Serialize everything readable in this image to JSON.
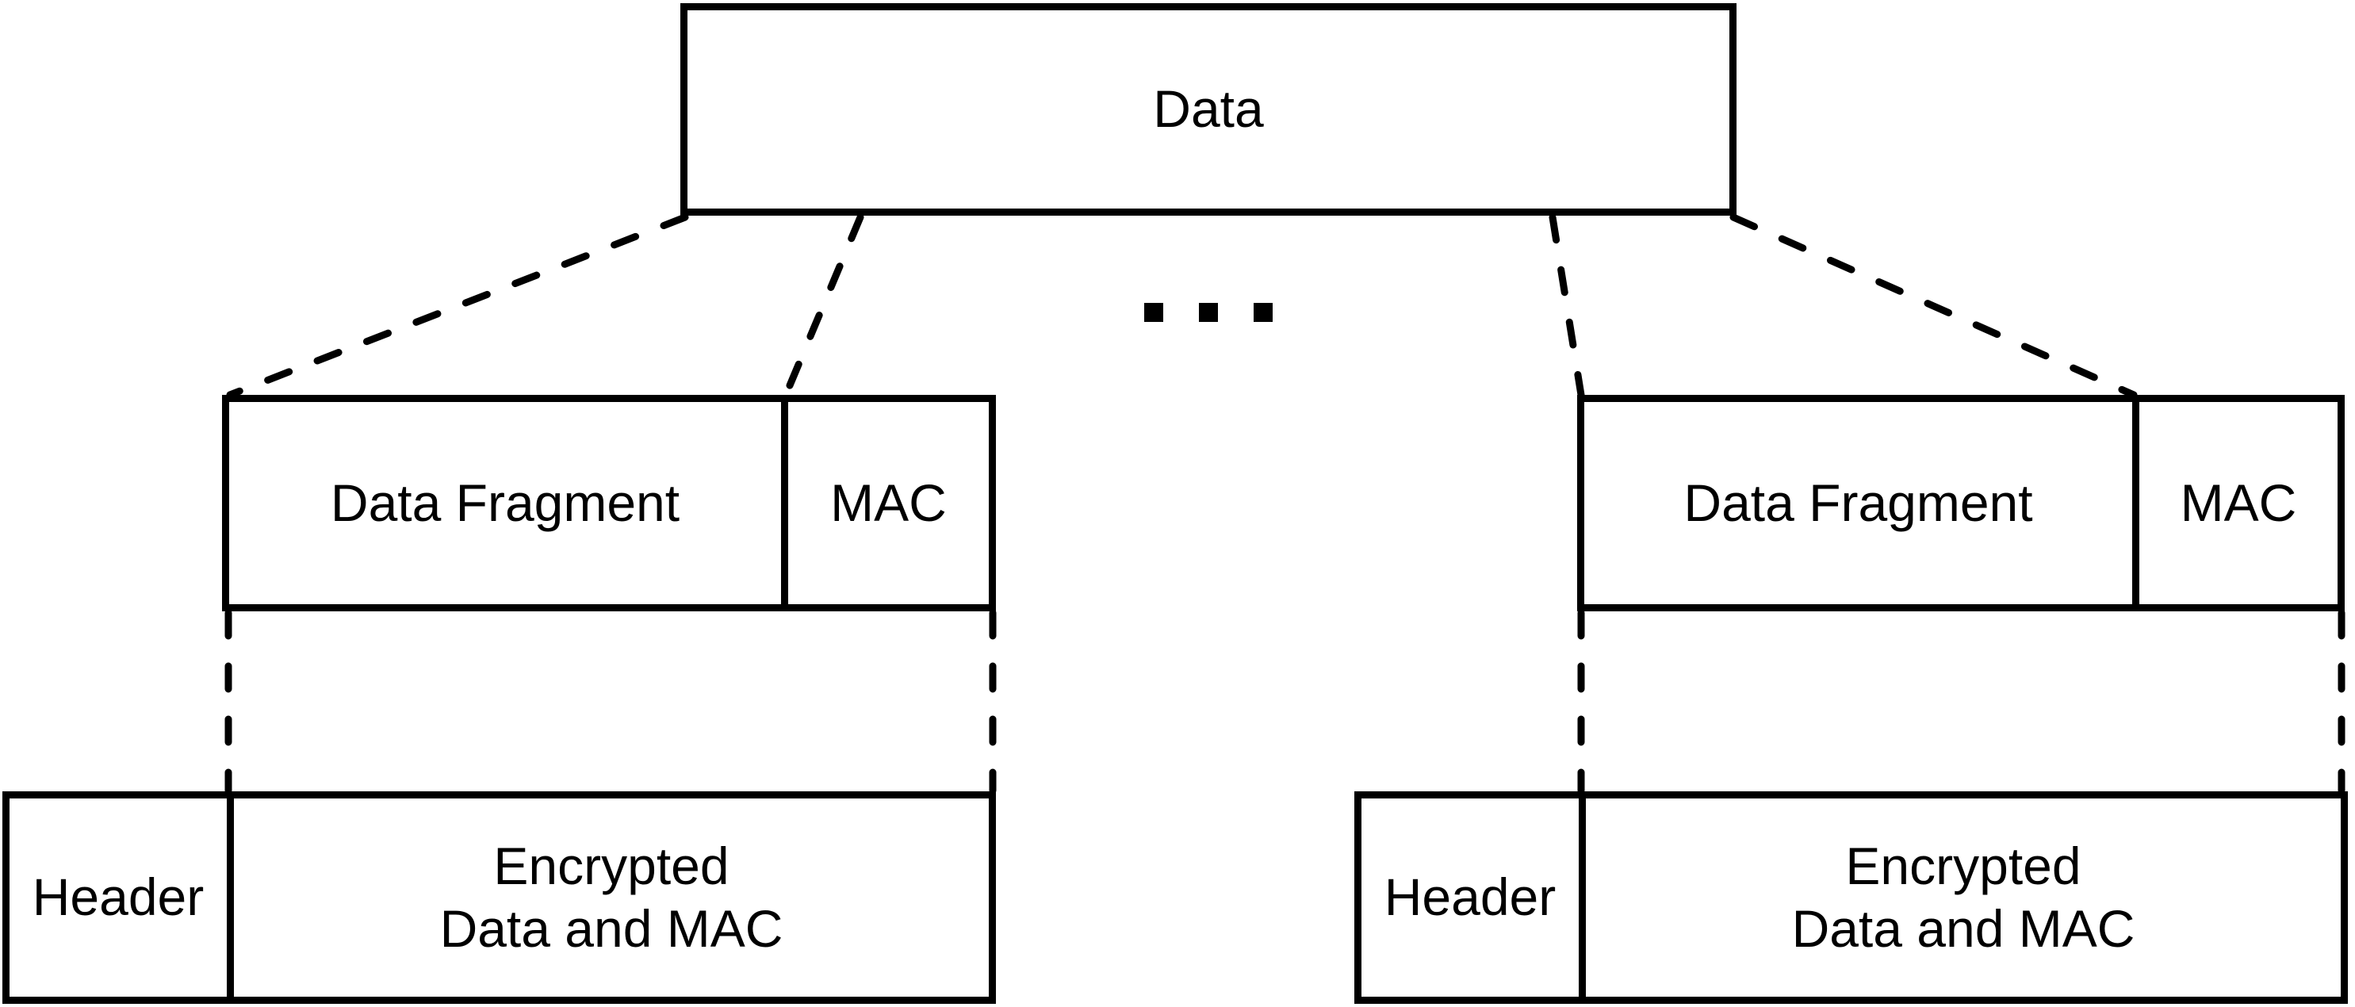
{
  "diagram": {
    "top_box": {
      "label": "Data"
    },
    "ellipsis": {
      "dot_count": 3
    },
    "records": [
      {
        "fragment_label": "Data Fragment",
        "mac_label": "MAC",
        "header_label": "Header",
        "encrypted_label_line1": "Encrypted",
        "encrypted_label_line2": "Data and MAC"
      },
      {
        "fragment_label": "Data Fragment",
        "mac_label": "MAC",
        "header_label": "Header",
        "encrypted_label_line1": "Encrypted",
        "encrypted_label_line2": "Data and MAC"
      }
    ],
    "colors": {
      "stroke": "#000000",
      "background": "#ffffff"
    }
  }
}
